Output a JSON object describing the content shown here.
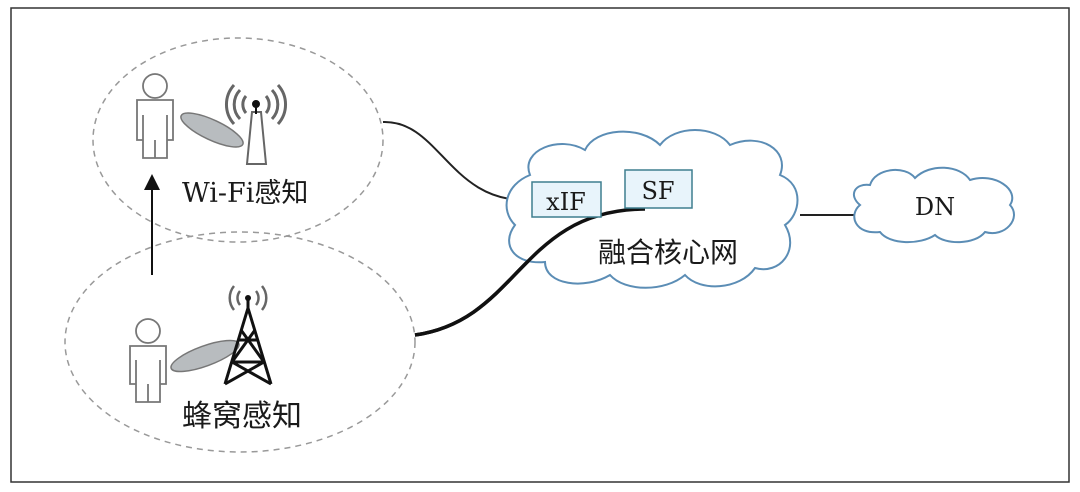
{
  "wifi_sensing": {
    "label": "Wi-Fi感知"
  },
  "cellular_sensing": {
    "label": "蜂窝感知"
  },
  "core_network": {
    "label": "融合核心网",
    "xif_label": "xIF",
    "sf_label": "SF"
  },
  "data_network": {
    "label": "DN"
  },
  "colors": {
    "cloud_stroke": "#5b8db5",
    "box_fill": "#e8f4fb",
    "box_stroke": "#3f7f8f",
    "dash": "#999999",
    "disc": "#b8bcbf"
  }
}
